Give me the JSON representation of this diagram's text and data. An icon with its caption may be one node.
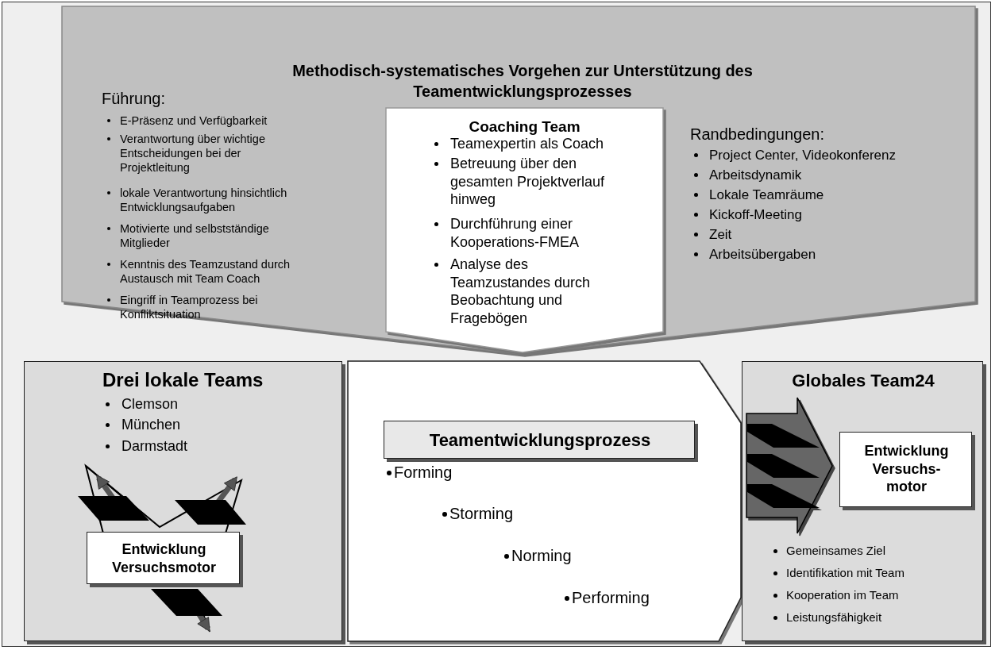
{
  "diagram": {
    "nodes": [
      {
        "text": [
          "Methodisch-systematisches Vorgehen zur Unterstützung des Teamentwicklungsprozesses",
          "Führung:",
          "E-Präsenz und Verfügbarkeit",
          "Verantwortung über wichtige Entscheidungen bei der Projektleitung",
          "lokale Verantwortung hinsichtlich Entwicklungsaufgaben",
          "Motivierte und selbstständige Mitglieder",
          "Kenntnis des Teamzustand durch Austausch mit Team Coach",
          "Eingriff in Teamprozess bei Konfliktsituation",
          "Randbedingungen:",
          "Project Center, Videokonferenz",
          "Arbeitsdynamik",
          "Lokale Teamräume",
          "Kickoff-Meeting",
          "Zeit",
          "Arbeitsübergaben"
        ]
      },
      {
        "text": [
          "Coaching Team",
          "Teamexpertin als Coach",
          "Betreuung über den gesamten Projektverlauf hinweg",
          "Durchführung einer Kooperations-FMEA",
          "Analyse des Teamzustandes durch Beobachtung und Fragebögen"
        ],
        "in": 0
      },
      {
        "text": [
          "Drei lokale Teams",
          "Clemson",
          "München",
          "Darmstadt"
        ]
      },
      {
        "text": [
          "Entwicklung Versuchsmotor"
        ],
        "in": 2
      },
      {
        "text": [
          "Forming",
          "Storming",
          "Norming",
          "Performing"
        ]
      },
      {
        "text": [
          "Teamentwicklungsprozess"
        ],
        "in": 4
      },
      {
        "text": [
          "Globales Team24",
          "Gemeinsames Ziel",
          "Identifikation mit Team",
          "Kooperation im Team",
          "Leistungsfähigkeit"
        ]
      },
      {
        "text": [
          "Entwicklung Versuchs- motor"
        ],
        "in": 6
      }
    ]
  }
}
